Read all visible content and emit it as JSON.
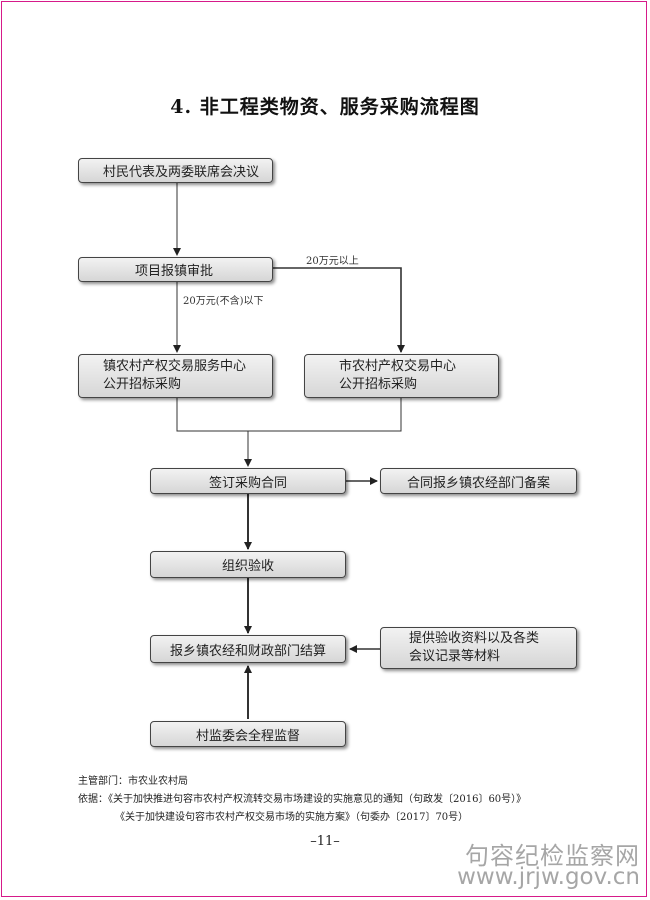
{
  "title": "4. 非工程类物资、服务采购流程图",
  "nodes": {
    "n1": "村民代表及两委联席会决议",
    "n2": "项目报镇审批",
    "n3_l1": "镇农村产权交易服务中心",
    "n3_l2": "公开招标采购",
    "n4_l1": "市农村产权交易中心",
    "n4_l2": "公开招标采购",
    "n5": "签订采购合同",
    "n6": "合同报乡镇农经部门备案",
    "n7": "组织验收",
    "n8": "报乡镇农经和财政部门结算",
    "n9_l1": "提供验收资料以及各类",
    "n9_l2": "会议记录等材料",
    "n10": "村监委会全程监督"
  },
  "edge_labels": {
    "above_20w": "20万元以上",
    "below_20w": "20万元(不含)以下"
  },
  "footer": {
    "dept": "主管部门：市农业农村局",
    "basis_1": "依据：《关于加快推进句容市农村产权流转交易市场建设的实施意见的通知（句政发〔2016〕60号）》",
    "basis_2": "《关于加快建设句容市农村产权交易市场的实施方案》（句委办〔2017〕70号）"
  },
  "page_number": "–11–",
  "watermark": {
    "line1": "句容纪检监察网",
    "line2": "www.jrjw.gov.cn"
  },
  "colors": {
    "page_border": "#d61a8a",
    "node_fill_top": "#f2f2f2",
    "node_fill_bottom": "#d6d6d6",
    "line": "#333333"
  }
}
